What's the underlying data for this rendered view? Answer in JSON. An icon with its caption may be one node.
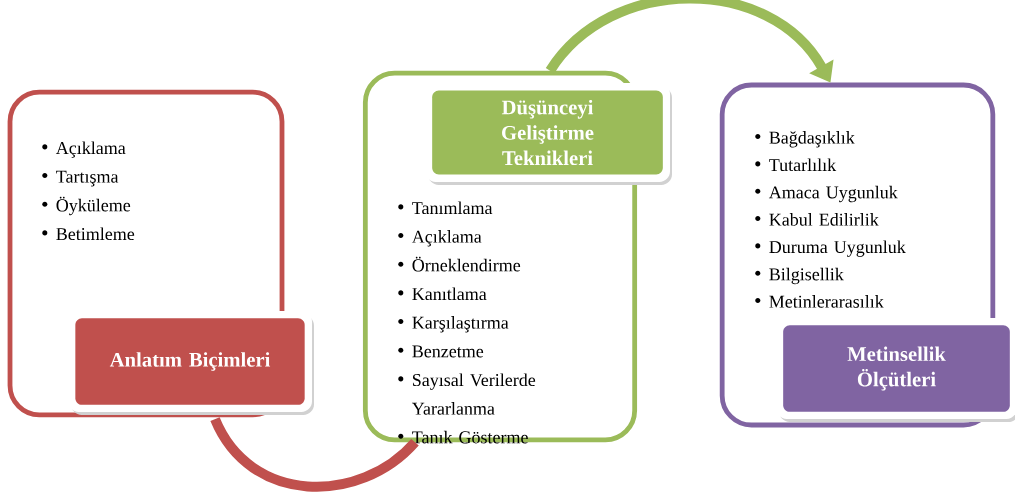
{
  "diagram": {
    "nodes": [
      {
        "text": [
          "Açıklama",
          "Tartışma",
          "Öyküleme",
          "Betimleme"
        ]
      },
      {
        "text": [
          "Anlatım Biçimleri"
        ]
      },
      {
        "text": [
          "Tanımlama",
          "Açıklama",
          "Örneklendirme",
          "Kanıtlama",
          "Karşılaştırma",
          "Benzetme",
          "Sayısal Verilerde Yararlanma",
          "Tanık Gösterme"
        ]
      },
      {
        "text": [
          "Düşünceyi Geliştirme Teknikleri"
        ]
      },
      {
        "text": [
          "Bağdaşıklık",
          "Tutarlılık",
          "Amaca Uygunluk",
          "Kabul Edilirlik",
          "Duruma Uygunluk",
          "Bilgisellik",
          "Metinlerarasılık"
        ]
      },
      {
        "text": [
          "Metinsellik Ölçütleri"
        ]
      }
    ],
    "edges": [
      {
        "from": 0,
        "to": 2,
        "arrow": "none",
        "color": "#c0504d"
      },
      {
        "from": 2,
        "to": 4,
        "arrow": "to",
        "color": "#9bbb59"
      }
    ]
  }
}
